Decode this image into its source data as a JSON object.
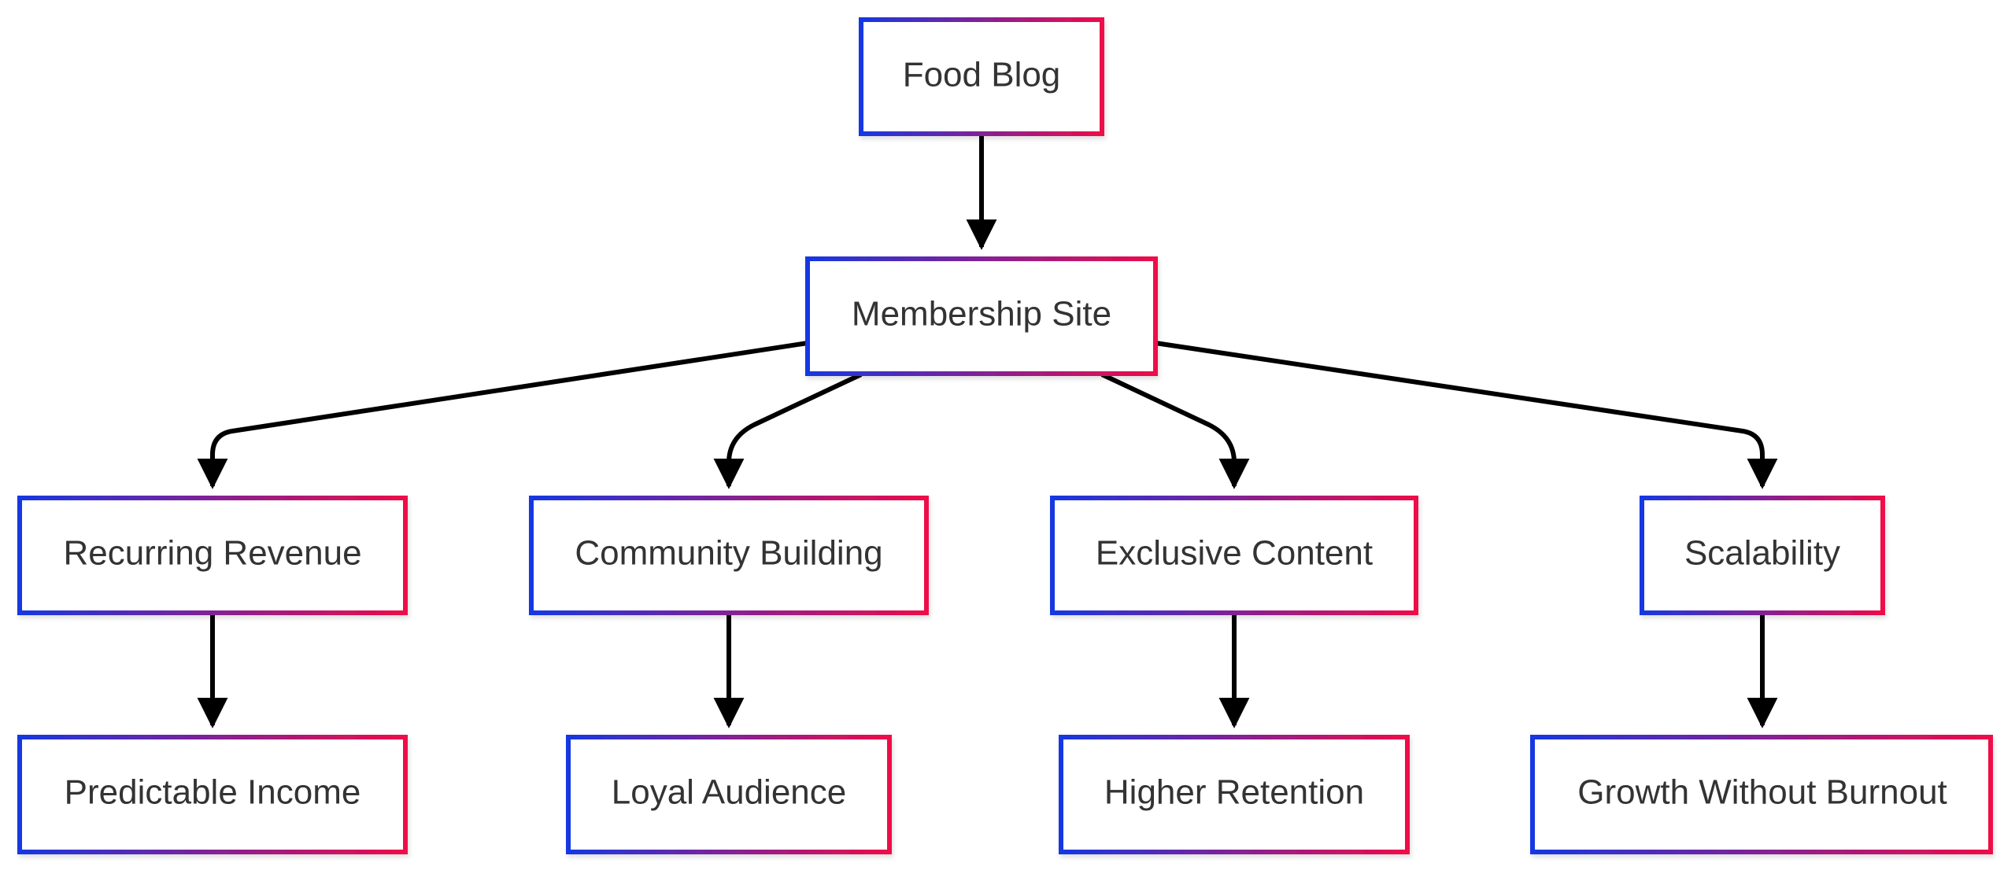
{
  "colors": {
    "border_start": "#1637e2",
    "border_end": "#ee0c49",
    "edge": "#000000",
    "text": "#333333",
    "background": "#ffffff"
  },
  "nodes": {
    "food_blog": "Food Blog",
    "membership_site": "Membership Site",
    "recurring_revenue": "Recurring Revenue",
    "community_building": "Community Building",
    "exclusive_content": "Exclusive Content",
    "scalability": "Scalability",
    "predictable_income": "Predictable Income",
    "loyal_audience": "Loyal Audience",
    "higher_retention": "Higher Retention",
    "growth_without_burnout": "Growth Without Burnout"
  },
  "edges": [
    {
      "from": "food_blog",
      "to": "membership_site"
    },
    {
      "from": "membership_site",
      "to": "recurring_revenue"
    },
    {
      "from": "membership_site",
      "to": "community_building"
    },
    {
      "from": "membership_site",
      "to": "exclusive_content"
    },
    {
      "from": "membership_site",
      "to": "scalability"
    },
    {
      "from": "recurring_revenue",
      "to": "predictable_income"
    },
    {
      "from": "community_building",
      "to": "loyal_audience"
    },
    {
      "from": "exclusive_content",
      "to": "higher_retention"
    },
    {
      "from": "scalability",
      "to": "growth_without_burnout"
    }
  ]
}
